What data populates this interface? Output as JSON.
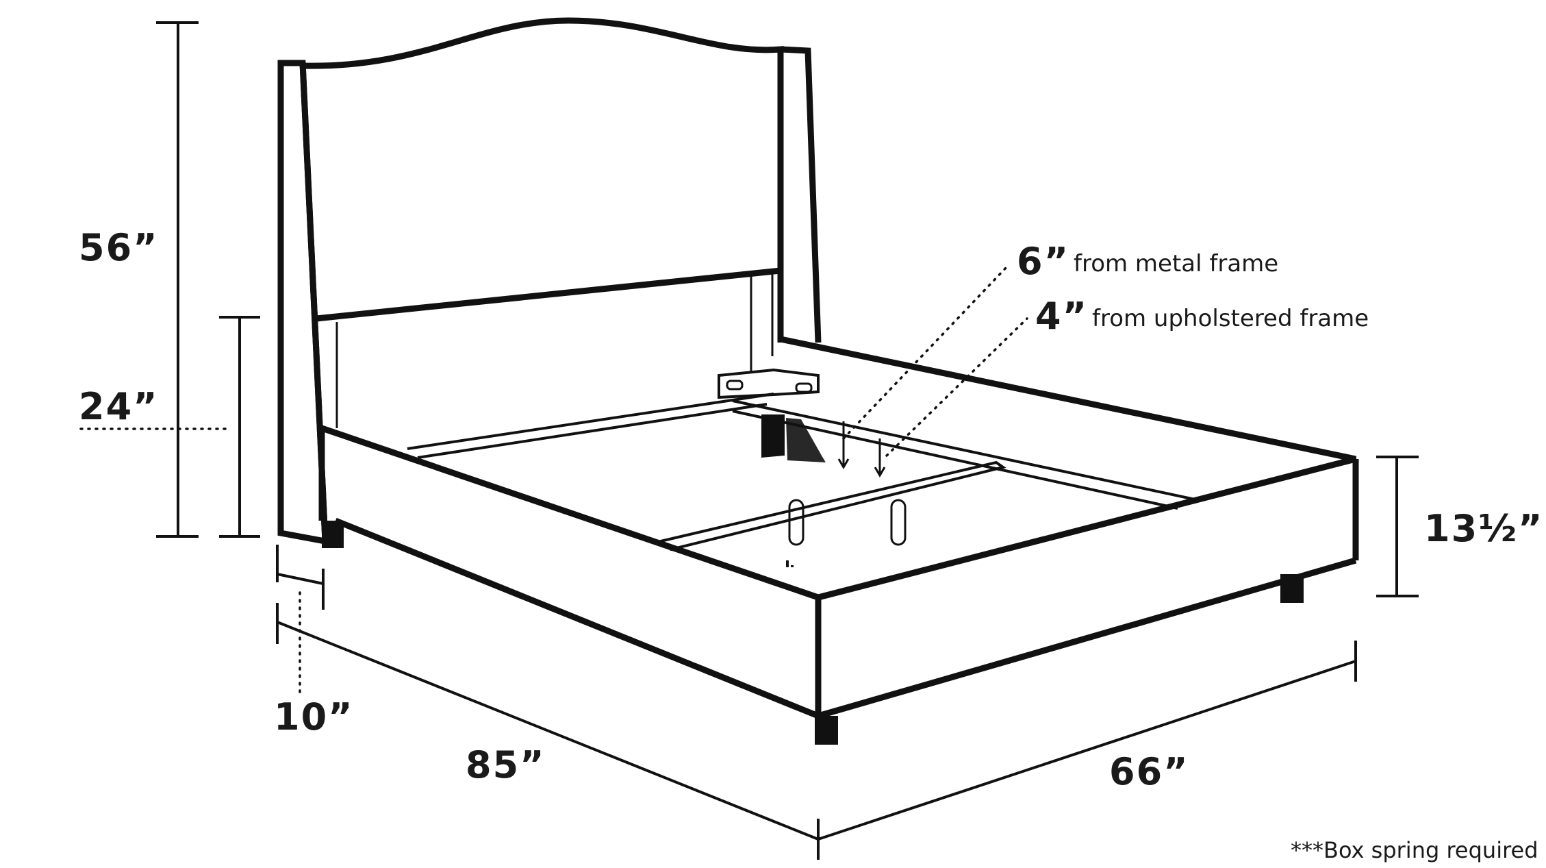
{
  "dimensions": {
    "total_height": "56”",
    "headboard_lower": "24”",
    "side_rail_height": "13½”",
    "wing_depth": "10”",
    "length": "85”",
    "width": "66”"
  },
  "clearance": {
    "metal_frame_value": "6”",
    "metal_frame_label": "from metal frame",
    "upholstered_frame_value": "4”",
    "upholstered_frame_label": "from upholstered frame"
  },
  "footnote": "***Box spring required"
}
